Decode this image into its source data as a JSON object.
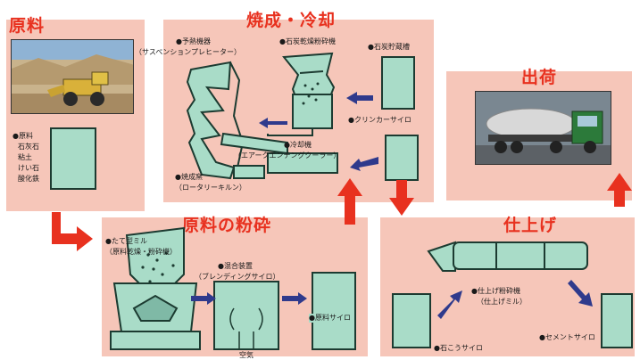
{
  "colors": {
    "panel": "#f6c6b9",
    "title": "#e8311f",
    "machine": "#a9dcc8",
    "outline": "#1c3b31",
    "flow_arrow": "#2f3a8c",
    "stage_arrow": "#e8311f"
  },
  "sections": {
    "raw_material": {
      "title": "原料",
      "labels": [
        "●原料",
        "石灰石",
        "粘土",
        "けい石",
        "酸化鉄"
      ]
    },
    "burning": {
      "title": "焼成・冷却",
      "preheater": [
        "●予熱機器",
        "（サスペンションプレヒーター）"
      ],
      "coal_mill": "●石炭乾燥粉砕機",
      "coal_bin": "●石炭貯蔵槽",
      "clinker_silo": "●クリンカーサイロ",
      "cooler": [
        "●冷却機",
        "（エアークエンチングクーラー）"
      ],
      "kiln": [
        "●焼成窯",
        "（ロータリーキルン）"
      ]
    },
    "shipping": {
      "title": "出荷"
    },
    "grinding": {
      "title": "原料の粉砕",
      "vertical_mill": [
        "●たて型ミル",
        "（原料乾燥・粉砕機）"
      ],
      "blending": [
        "●混合装置",
        "（ブレンディングサイロ）"
      ],
      "raw_silo": "●原料サイロ",
      "air_label": "空気"
    },
    "finishing": {
      "title": "仕上げ",
      "finish_mill": [
        "●仕上げ粉砕機",
        "（仕上げミル）"
      ],
      "gypsum_silo": "●石こうサイロ",
      "cement_silo": "●セメントサイロ"
    }
  }
}
